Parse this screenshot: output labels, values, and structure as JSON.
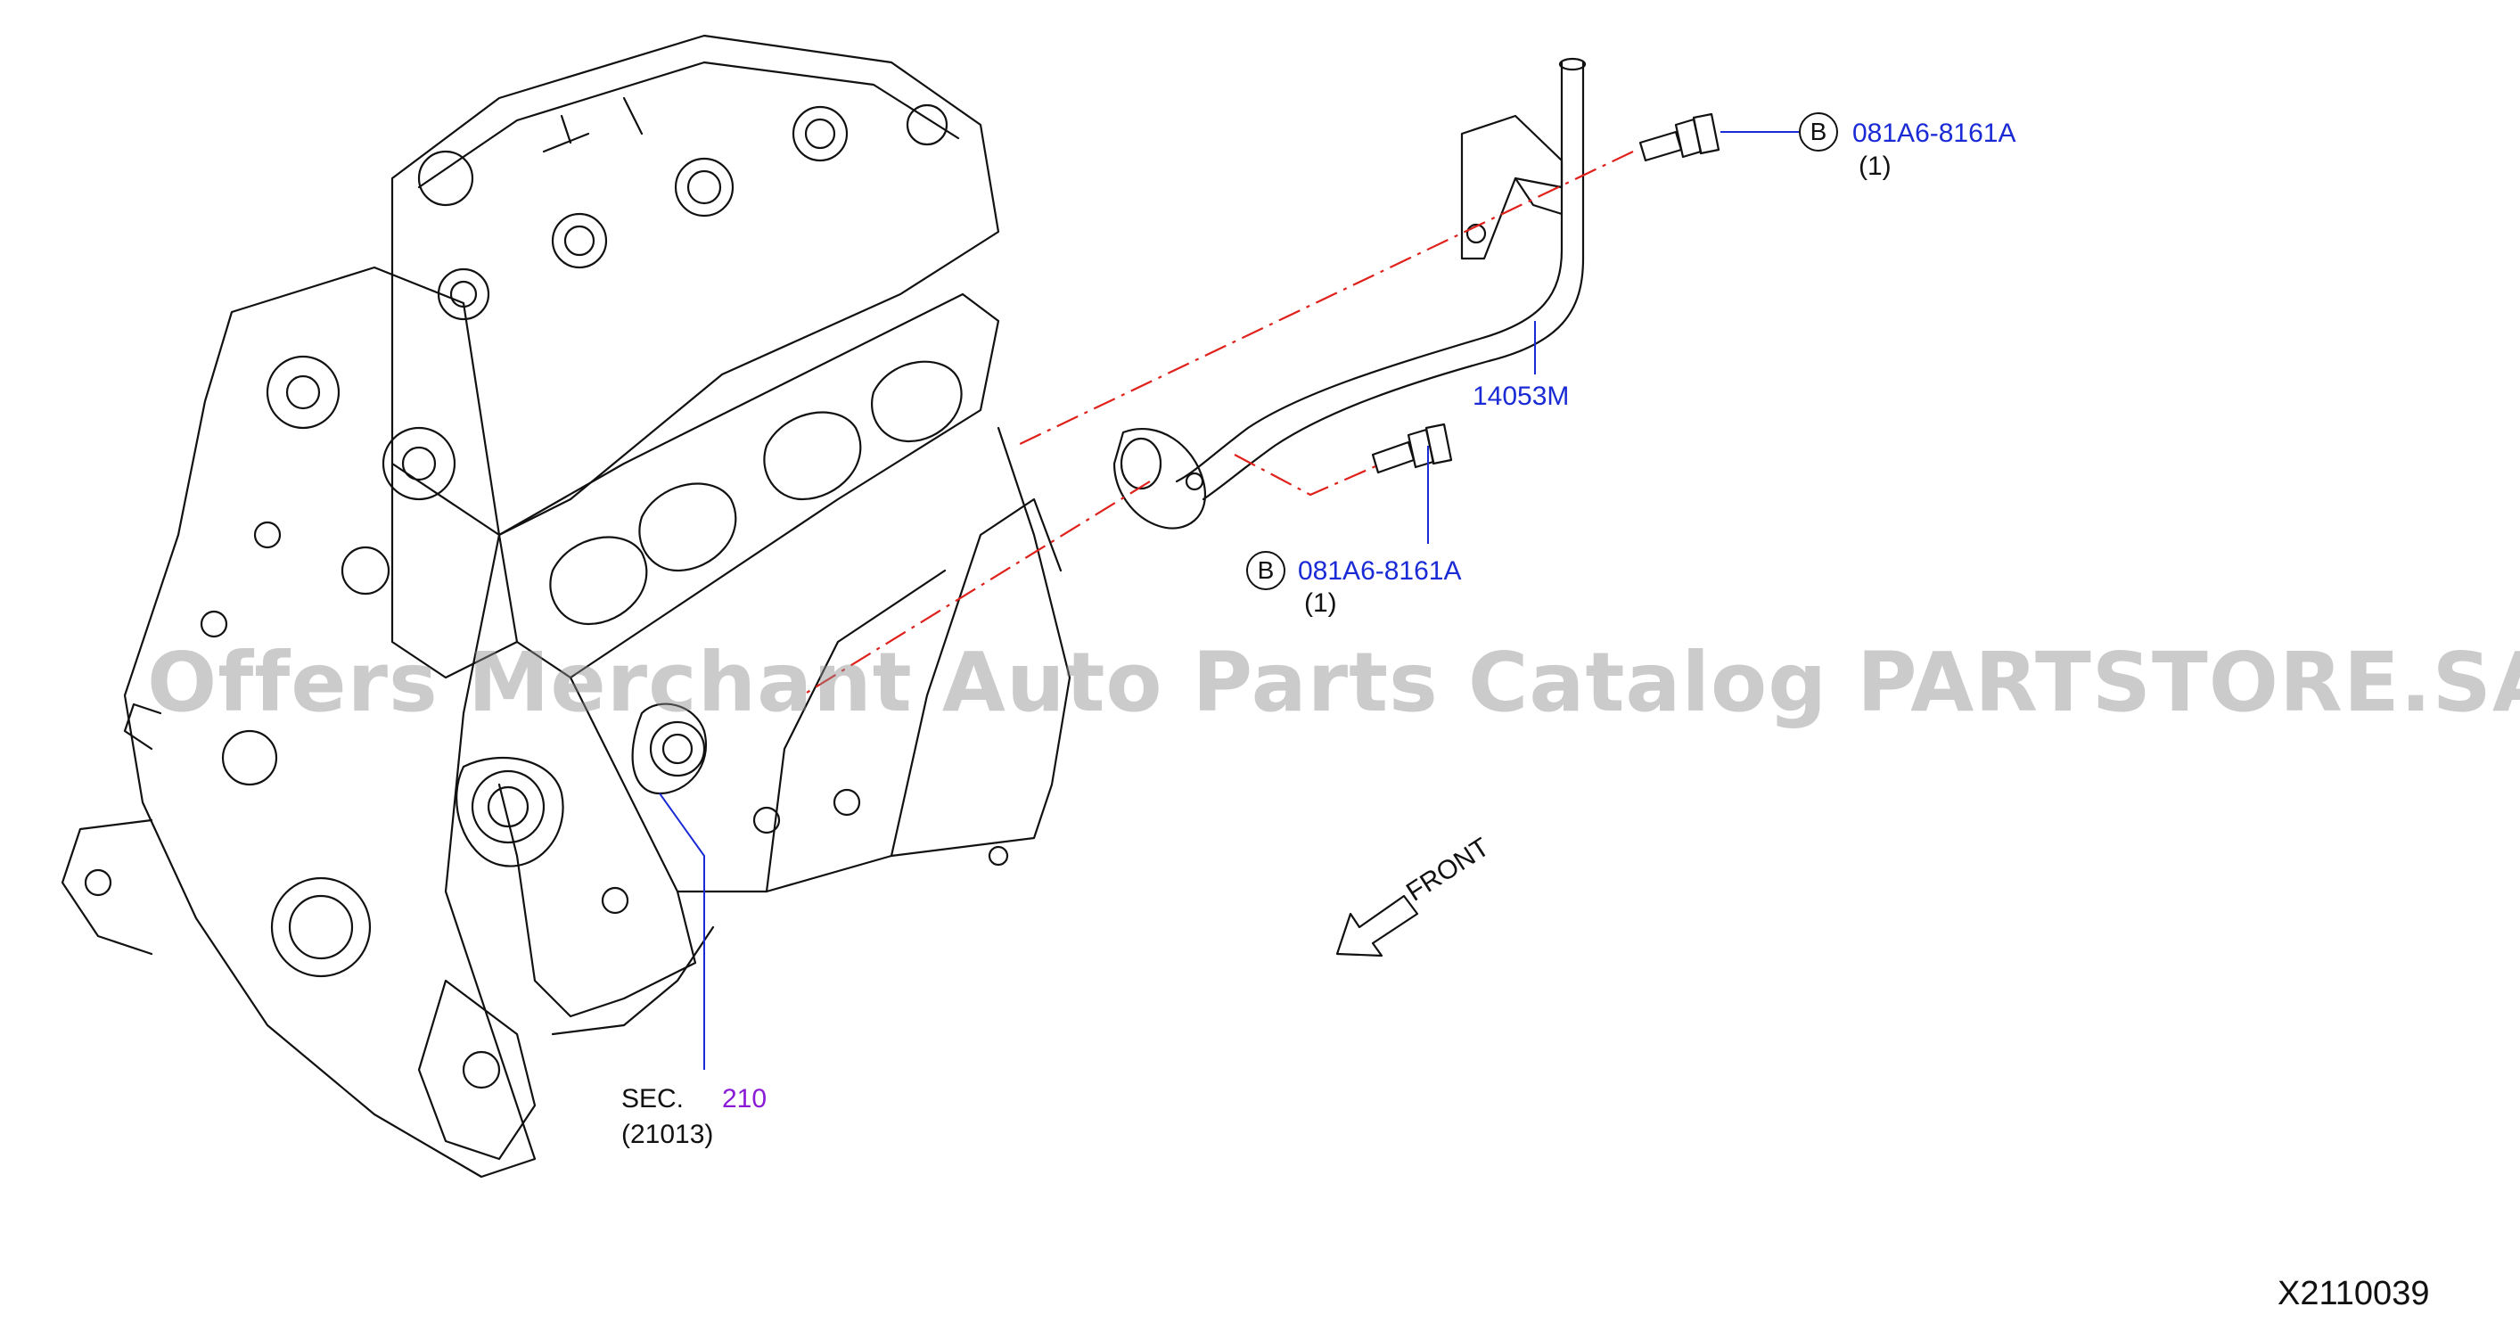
{
  "watermark": "Offers Merchant Auto Parts Catalog PARTSTORE.SA",
  "callouts": {
    "bolt_upper": {
      "ref": "B",
      "part": "081A6-8161A",
      "qty": "(1)"
    },
    "bolt_lower": {
      "ref": "B",
      "part": "081A6-8161A",
      "qty": "(1)"
    },
    "tube": {
      "part": "14053M"
    },
    "section": {
      "prefix": "SEC.",
      "number": "210",
      "sub": "(21013)"
    }
  },
  "front_label": "FRONT",
  "image_code": "X2110039",
  "colors": {
    "part_link": "#1a2bd6",
    "section_link": "#8a1ad6",
    "leader_dash": "#e0201a"
  }
}
